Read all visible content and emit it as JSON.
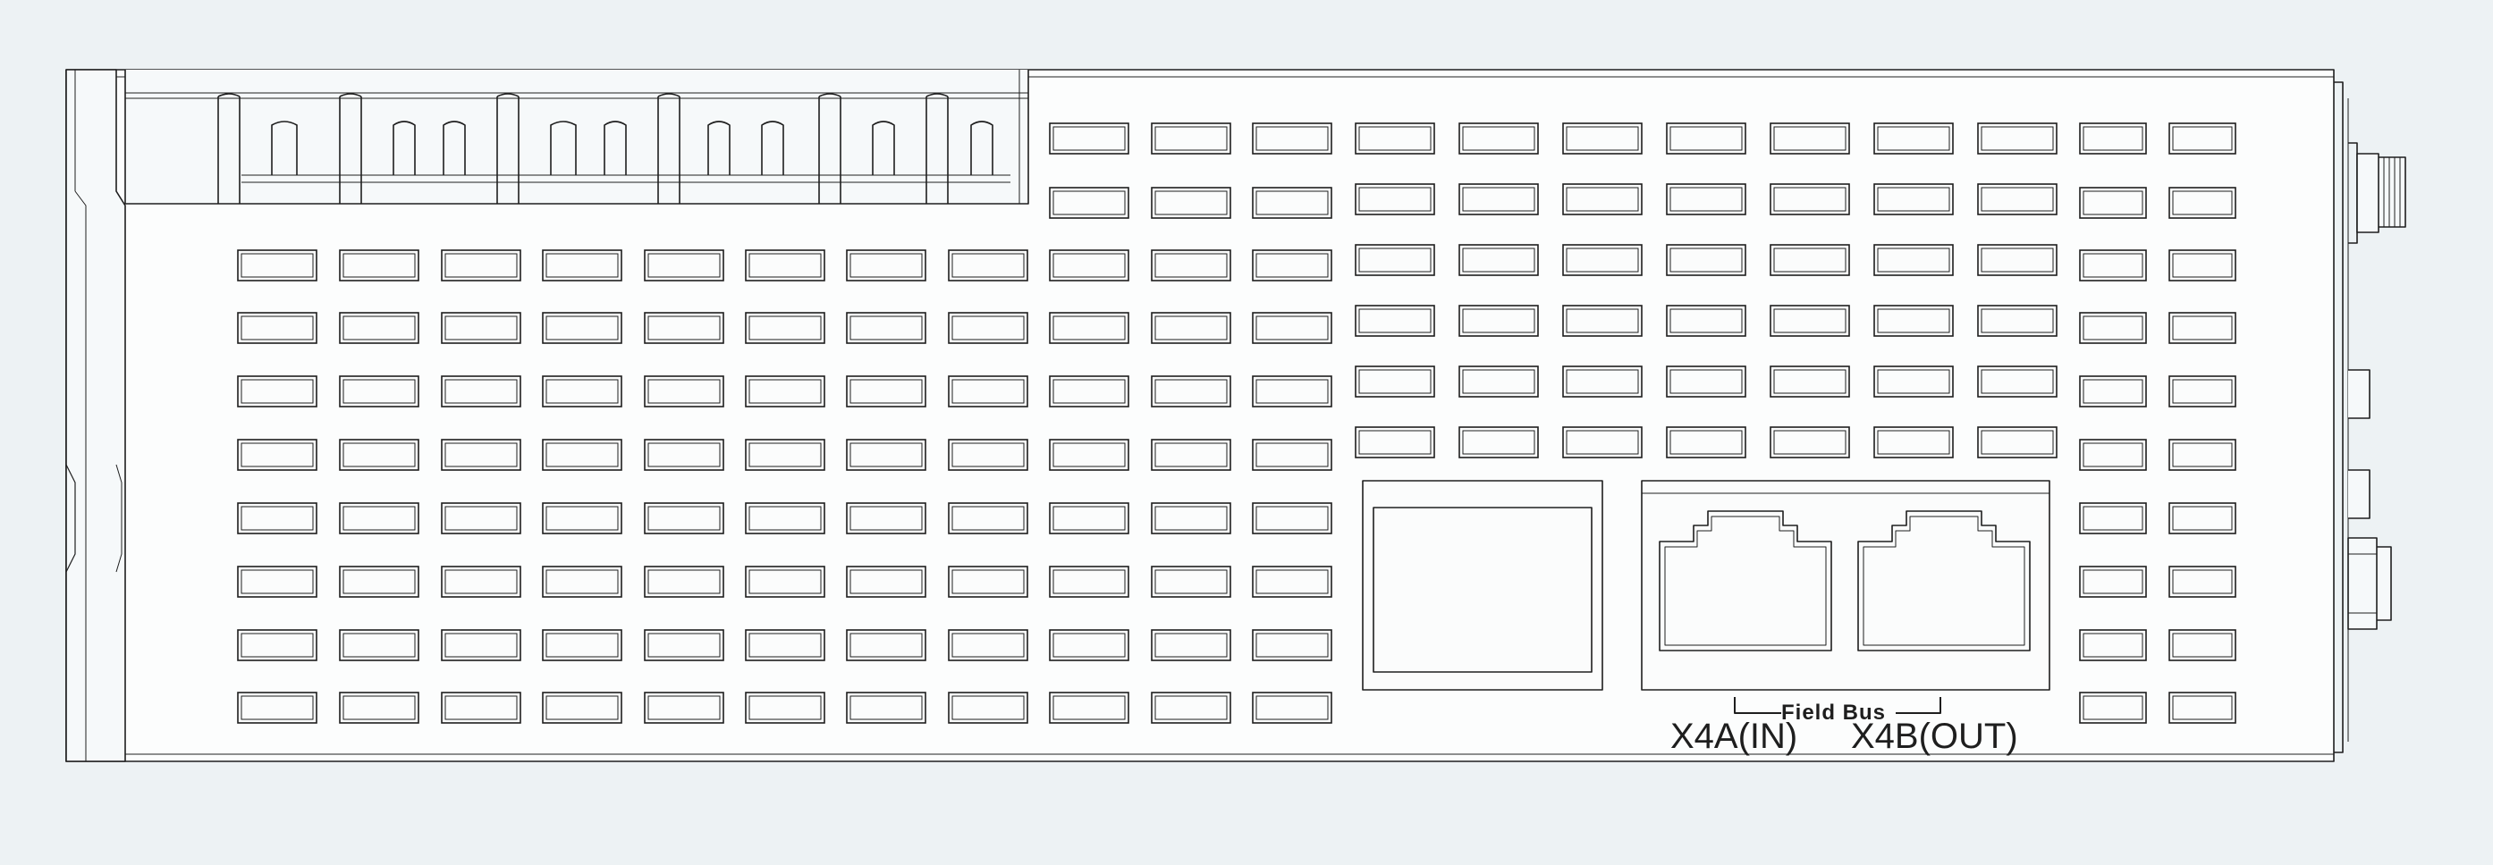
{
  "drawing": {
    "subject": "drive-unit-side-view-line-drawing",
    "background_color": "#edf2f4",
    "line_color": "#1e1e1e",
    "panel_fill": "#fcfdfd"
  },
  "labels": {
    "field_bus": "Field Bus",
    "port_in": "X4A(IN)",
    "port_out": "X4B(OUT)"
  }
}
